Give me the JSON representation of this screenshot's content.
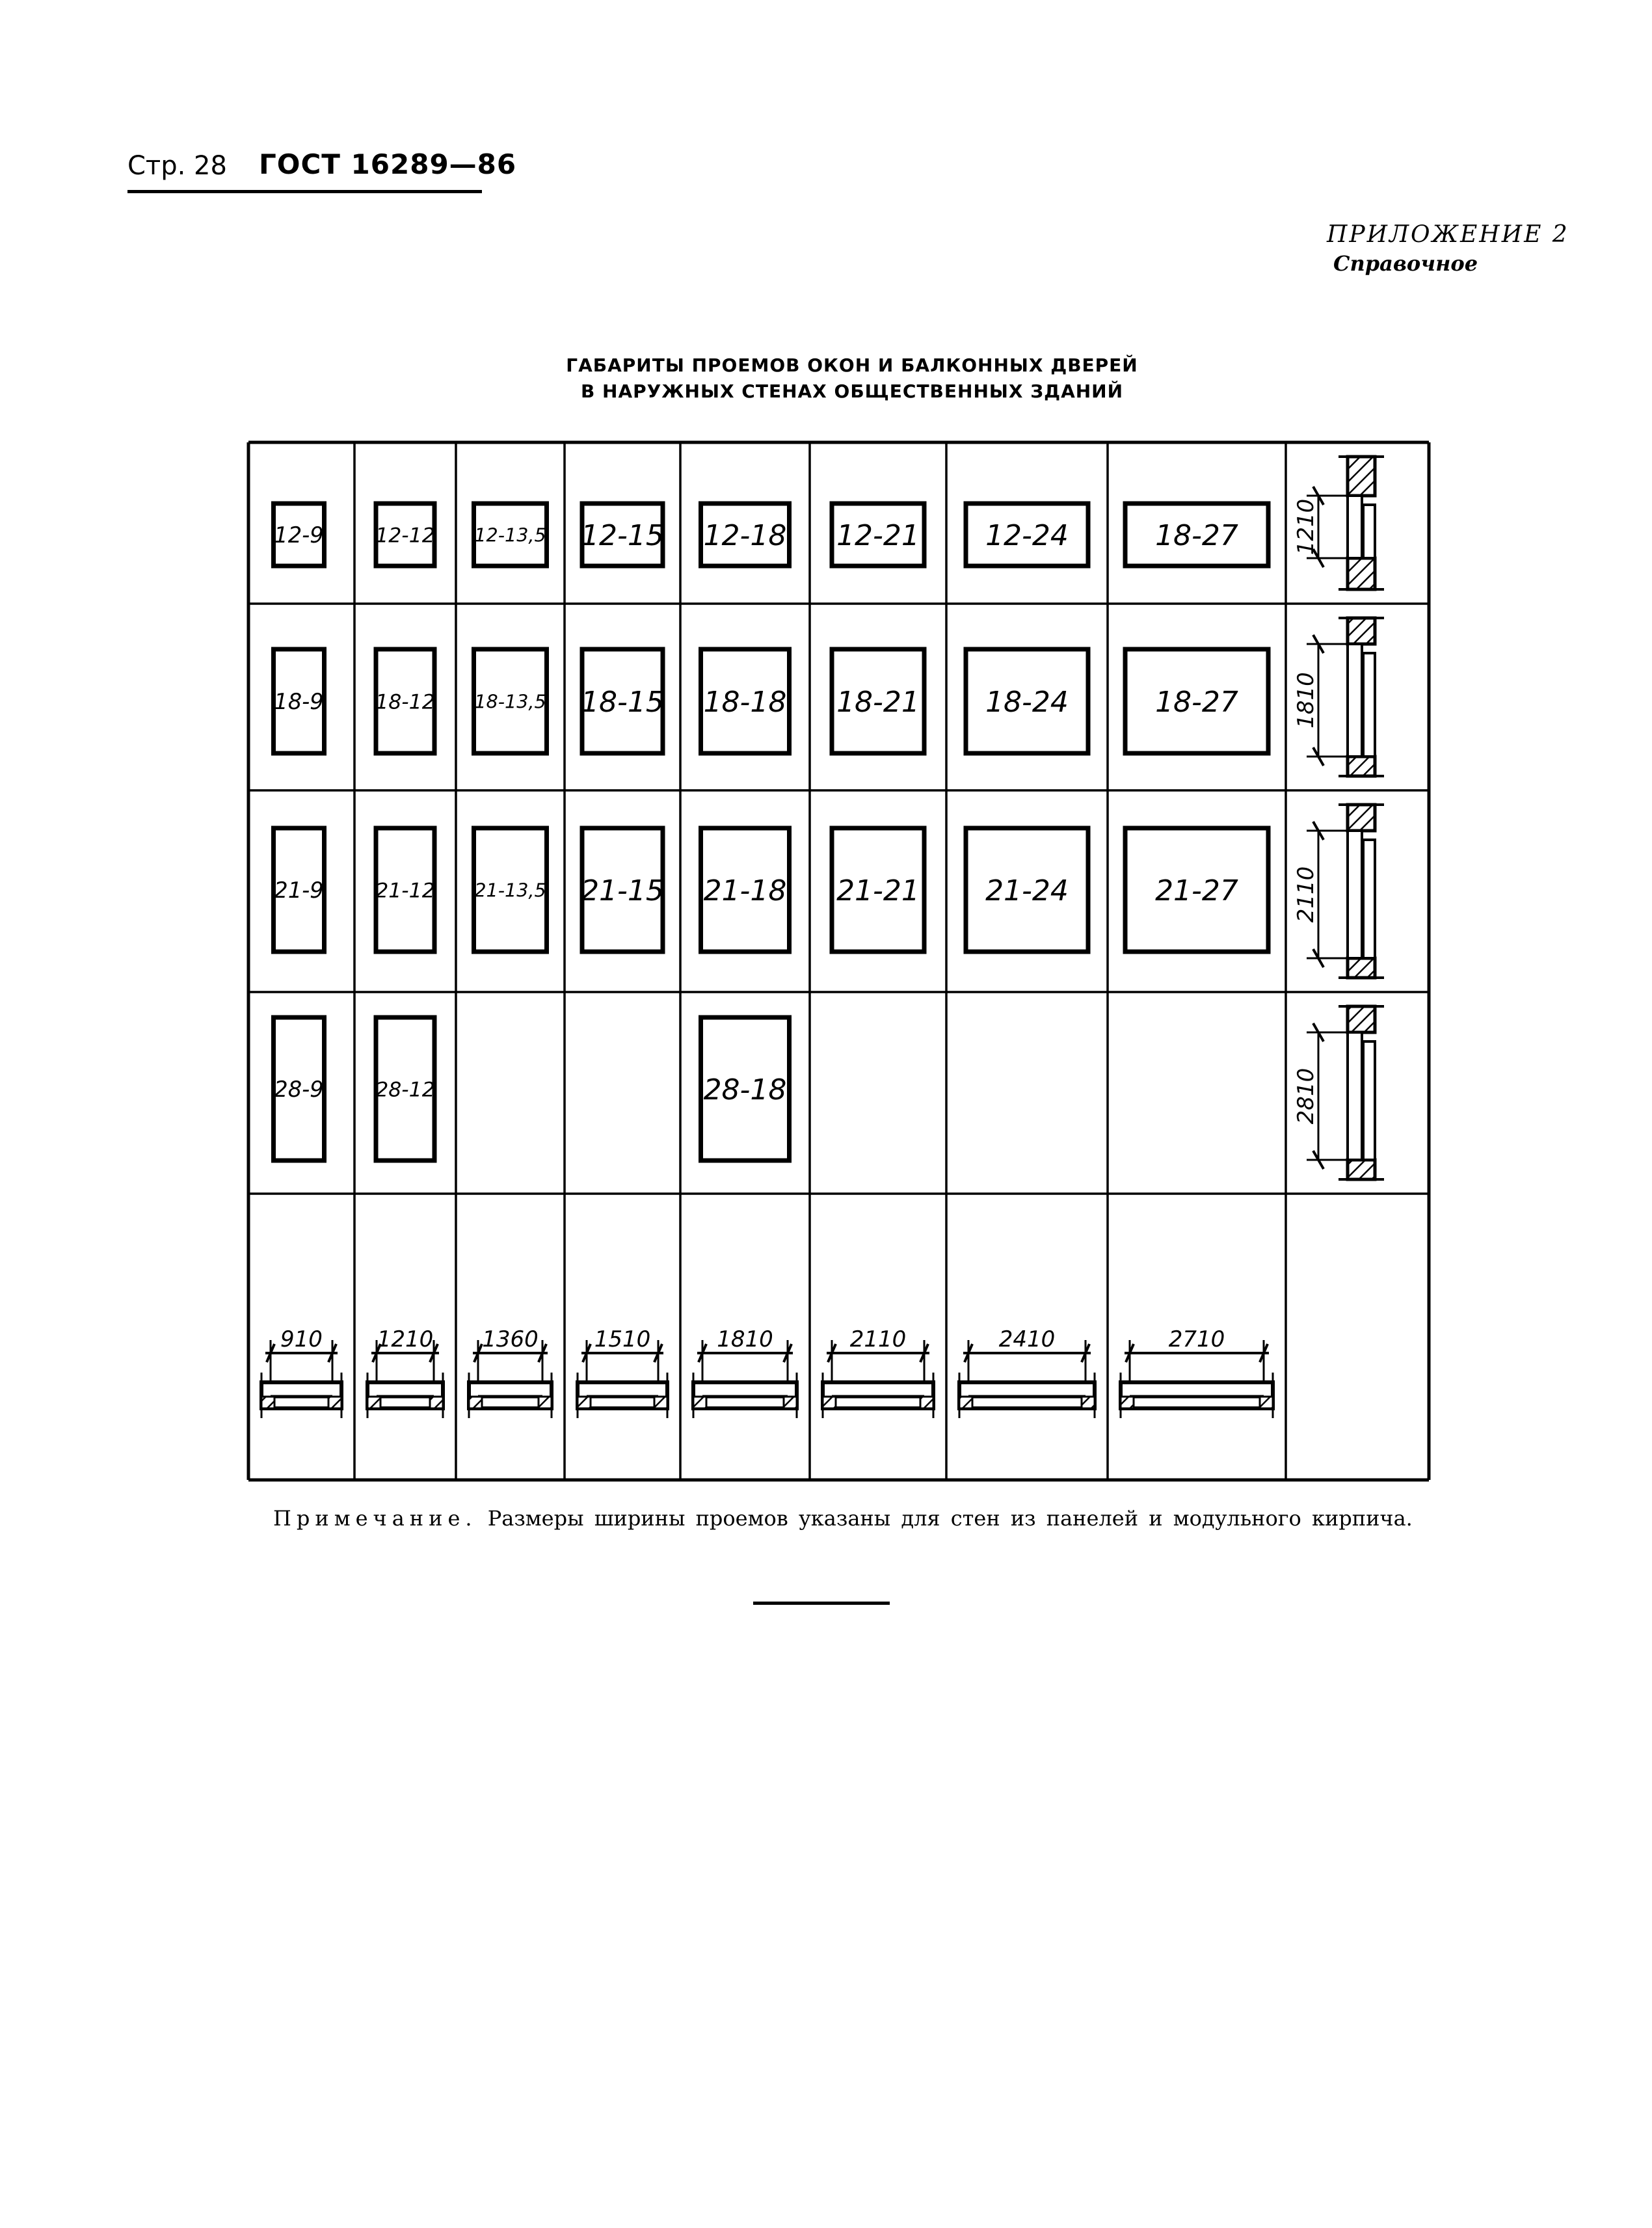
{
  "header": {
    "page_label": "Стр. 28",
    "standard": "ГОСТ 16289—86"
  },
  "appendix": {
    "title": "ПРИЛОЖЕНИЕ 2",
    "subtitle": "Справочное"
  },
  "document_title": {
    "line1": "ГАБАРИТЫ ПРОЕМОВ ОКОН И БАЛКОННЫХ ДВЕРЕЙ",
    "line2": "В НАРУЖНЫХ СТЕНАХ ОБЩЕСТВЕННЫХ ЗДАНИЙ"
  },
  "table": {
    "columns_width_mm": [
      "910",
      "1210",
      "1360",
      "1510",
      "1810",
      "2110",
      "2410",
      "2710"
    ],
    "rows_height_mm": [
      "1210",
      "1810",
      "2110",
      "2810"
    ],
    "rows": [
      [
        "12-9",
        "12-12",
        "12-13,5",
        "12-15",
        "12-18",
        "12-21",
        "12-24",
        "18-27"
      ],
      [
        "18-9",
        "18-12",
        "18-13,5",
        "18-15",
        "18-18",
        "18-21",
        "18-24",
        "18-27"
      ],
      [
        "21-9",
        "21-12",
        "21-13,5",
        "21-15",
        "21-18",
        "21-21",
        "21-24",
        "21-27"
      ],
      [
        "28-9",
        "28-12",
        "",
        "",
        "28-18",
        "",
        "",
        ""
      ]
    ]
  },
  "note": {
    "label": "Примечание.",
    "text": "Размеры ширины проемов указаны для стен из панелей и модульного кирпича."
  }
}
